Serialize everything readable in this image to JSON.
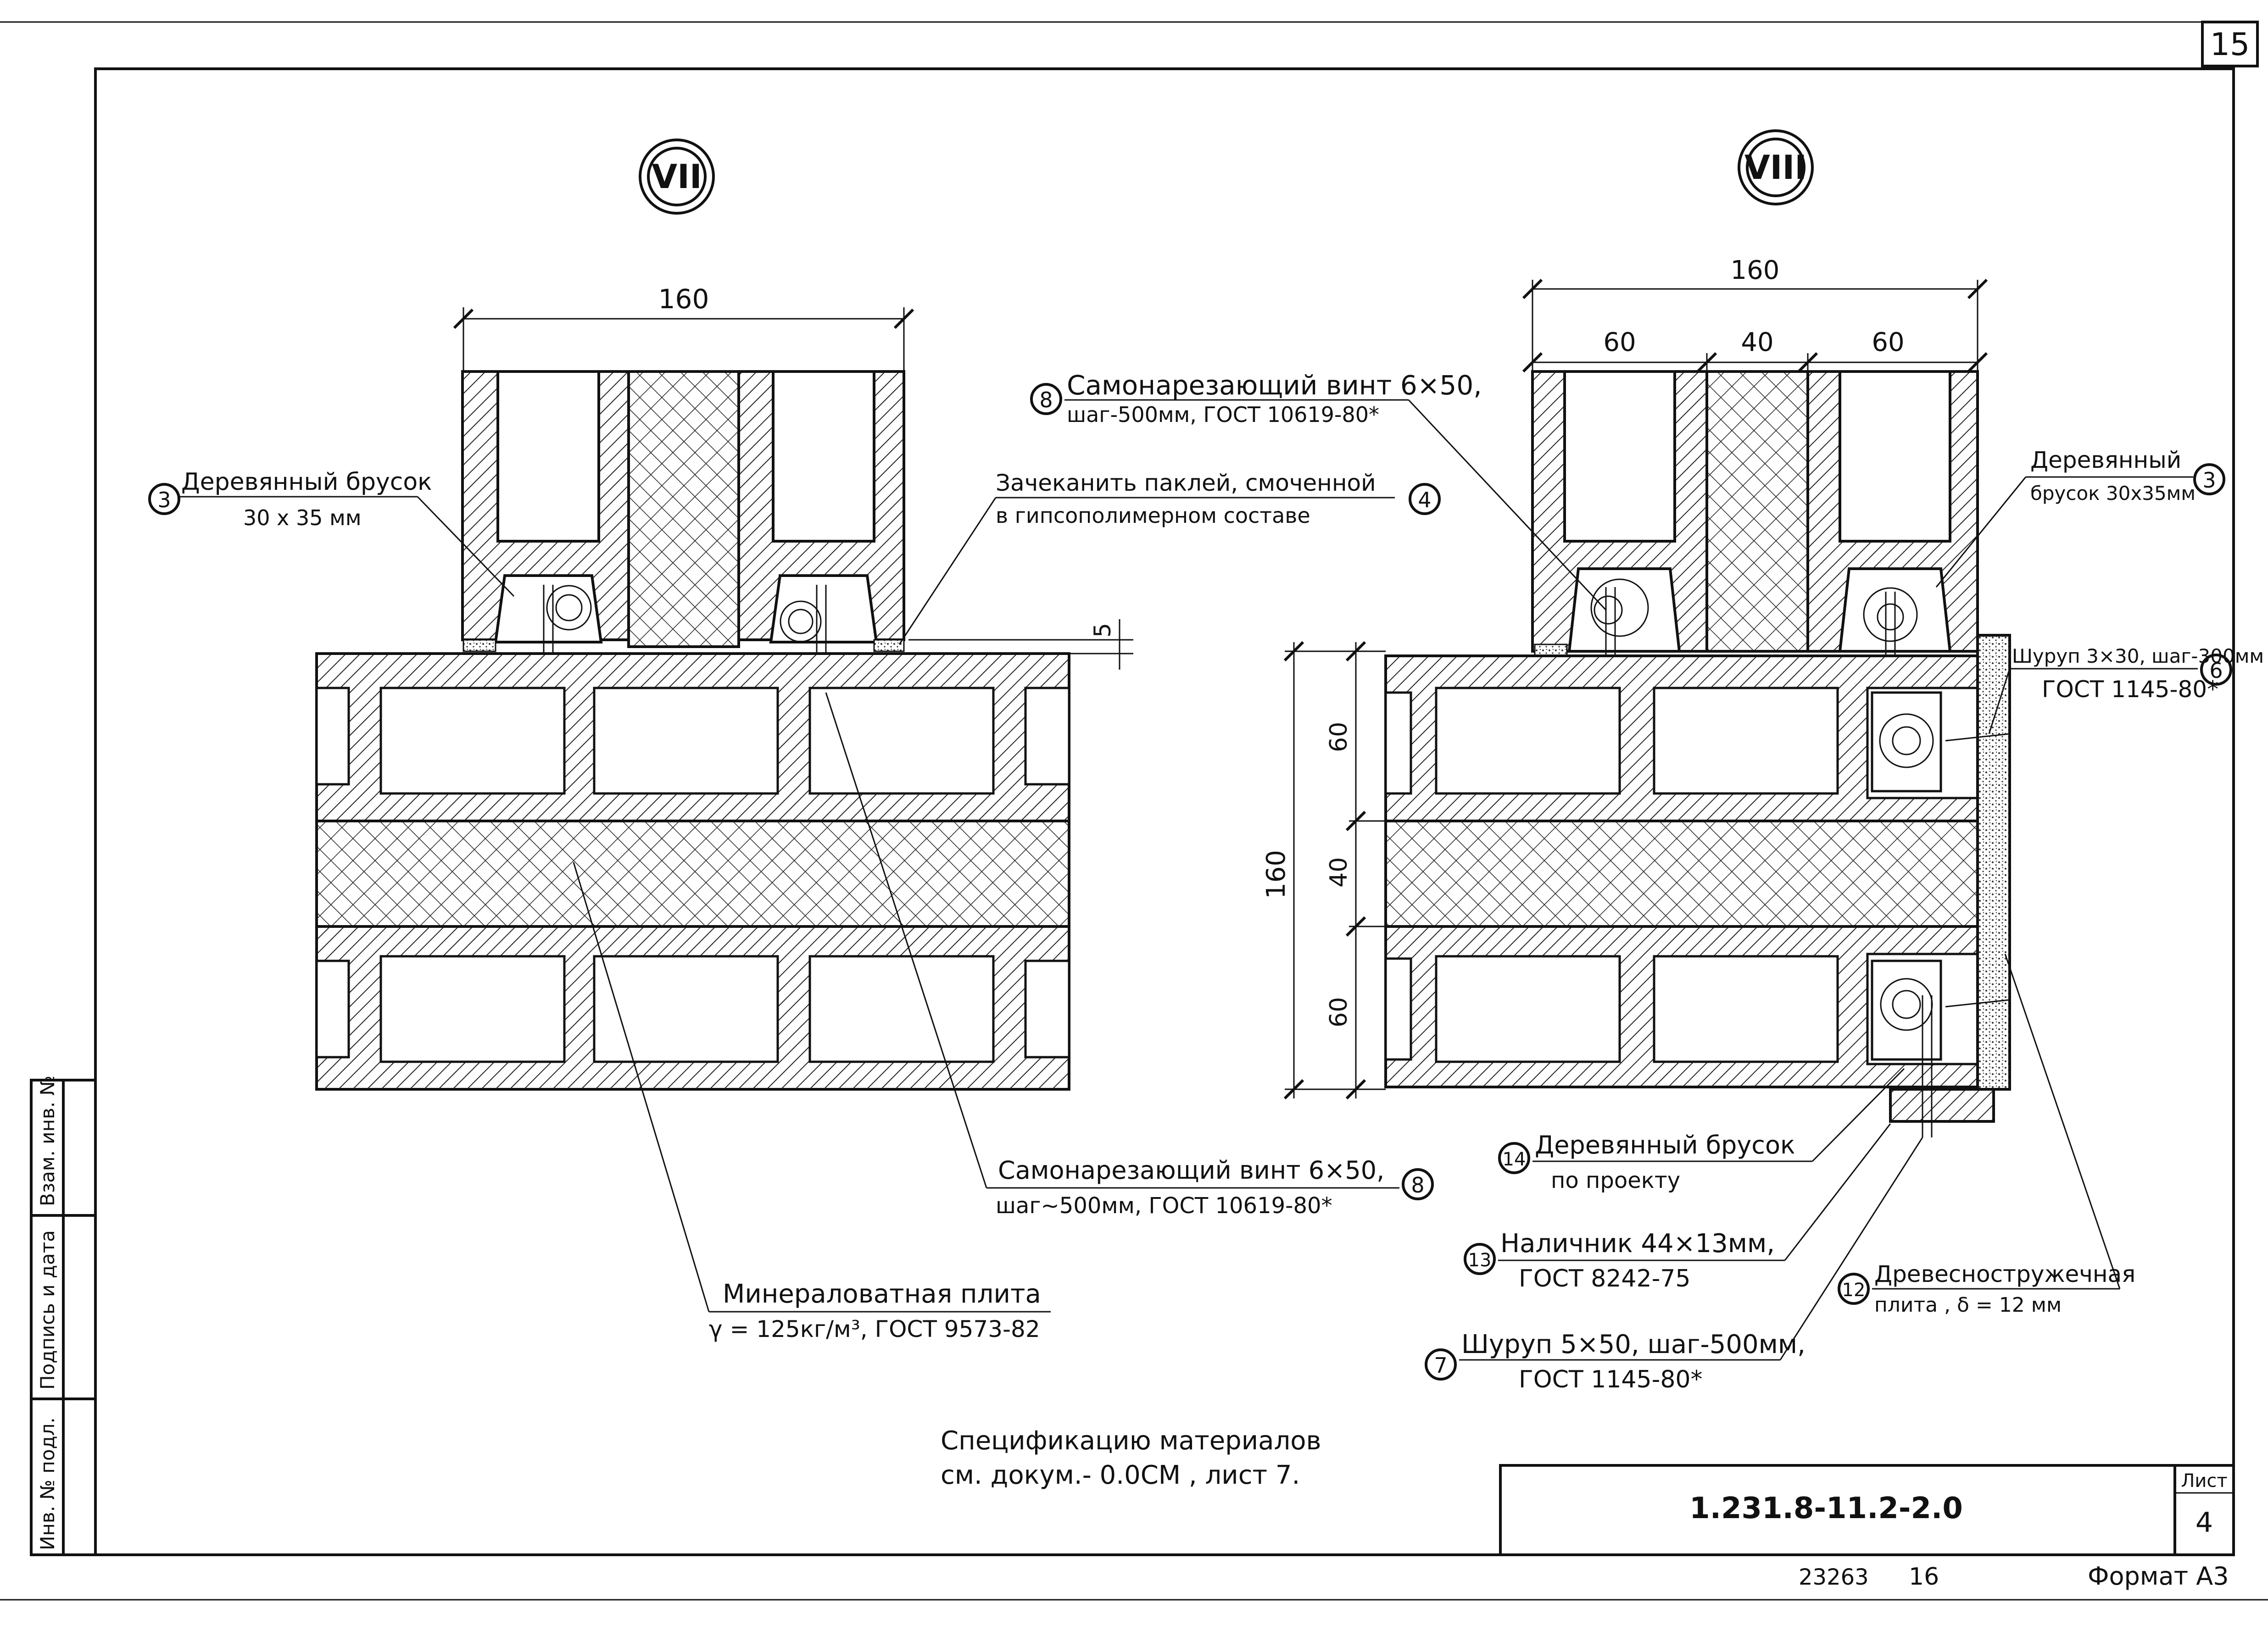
{
  "sheet_number": "15",
  "stamps": {
    "inv_podl": "Инв. № подл.",
    "podpis_data": "Подпись и дата",
    "vzam_inv": "Взам. инв. №"
  },
  "sections": {
    "vii": {
      "label": "VII",
      "dim_total": "160"
    },
    "viii": {
      "label": "VIII",
      "dim_total": "160",
      "dim_parts": [
        "60",
        "40",
        "60"
      ],
      "vert_total": "160",
      "vert_parts": [
        "60",
        "40",
        "60"
      ]
    }
  },
  "gap_dim": "5",
  "callouts": {
    "c3_left": {
      "num": "3",
      "line1": "Деревянный брусок",
      "line2": "30 x 35 мм"
    },
    "c4": {
      "num": "4",
      "line1": "Зачеканить паклей, смоченной",
      "line2": "в гипсополимерном составе"
    },
    "c8_top": {
      "num": "8",
      "line1": "Самонарезающий винт 6×50,",
      "line2": "шаг-500мм, ГОСТ 10619-80*"
    },
    "c3_right": {
      "num": "3",
      "line1": "Деревянный",
      "line2": "брусок 30x35мм"
    },
    "c6": {
      "num": "6",
      "line1": "Шуруп 3×30, шаг-300мм",
      "line2": "ГОСТ 1145-80*"
    },
    "c8_bottom": {
      "num": "8",
      "line1": "Самонарезающий винт 6×50,",
      "line2": "шаг~500мм, ГОСТ 10619-80*"
    },
    "c14": {
      "num": "14",
      "line1": "Деревянный брусок",
      "line2": "по проекту"
    },
    "c13": {
      "num": "13",
      "line1": "Наличник 44×13мм,",
      "line2": "ГОСТ 8242-75"
    },
    "c12": {
      "num": "12",
      "line1": "Древесностружечная",
      "line2": "плита , δ = 12 мм"
    },
    "c7": {
      "num": "7",
      "line1": "Шуруп 5×50, шаг-500мм,",
      "line2": "ГОСТ 1145-80*"
    },
    "mineral": {
      "line1": "Минераловатная плита",
      "line2": "γ = 125кг/м³, ГОСТ 9573-82"
    }
  },
  "spec_note": {
    "line1": "Спецификацию материалов",
    "line2": "см. докум.- 0.0СМ , лист 7."
  },
  "title_block": {
    "doc_code": "1.231.8-11.2-2.0",
    "list_label": "Лист",
    "list_num": "4"
  },
  "footer": {
    "inventory": "23263",
    "copy": "16",
    "format": "Формат А3"
  }
}
